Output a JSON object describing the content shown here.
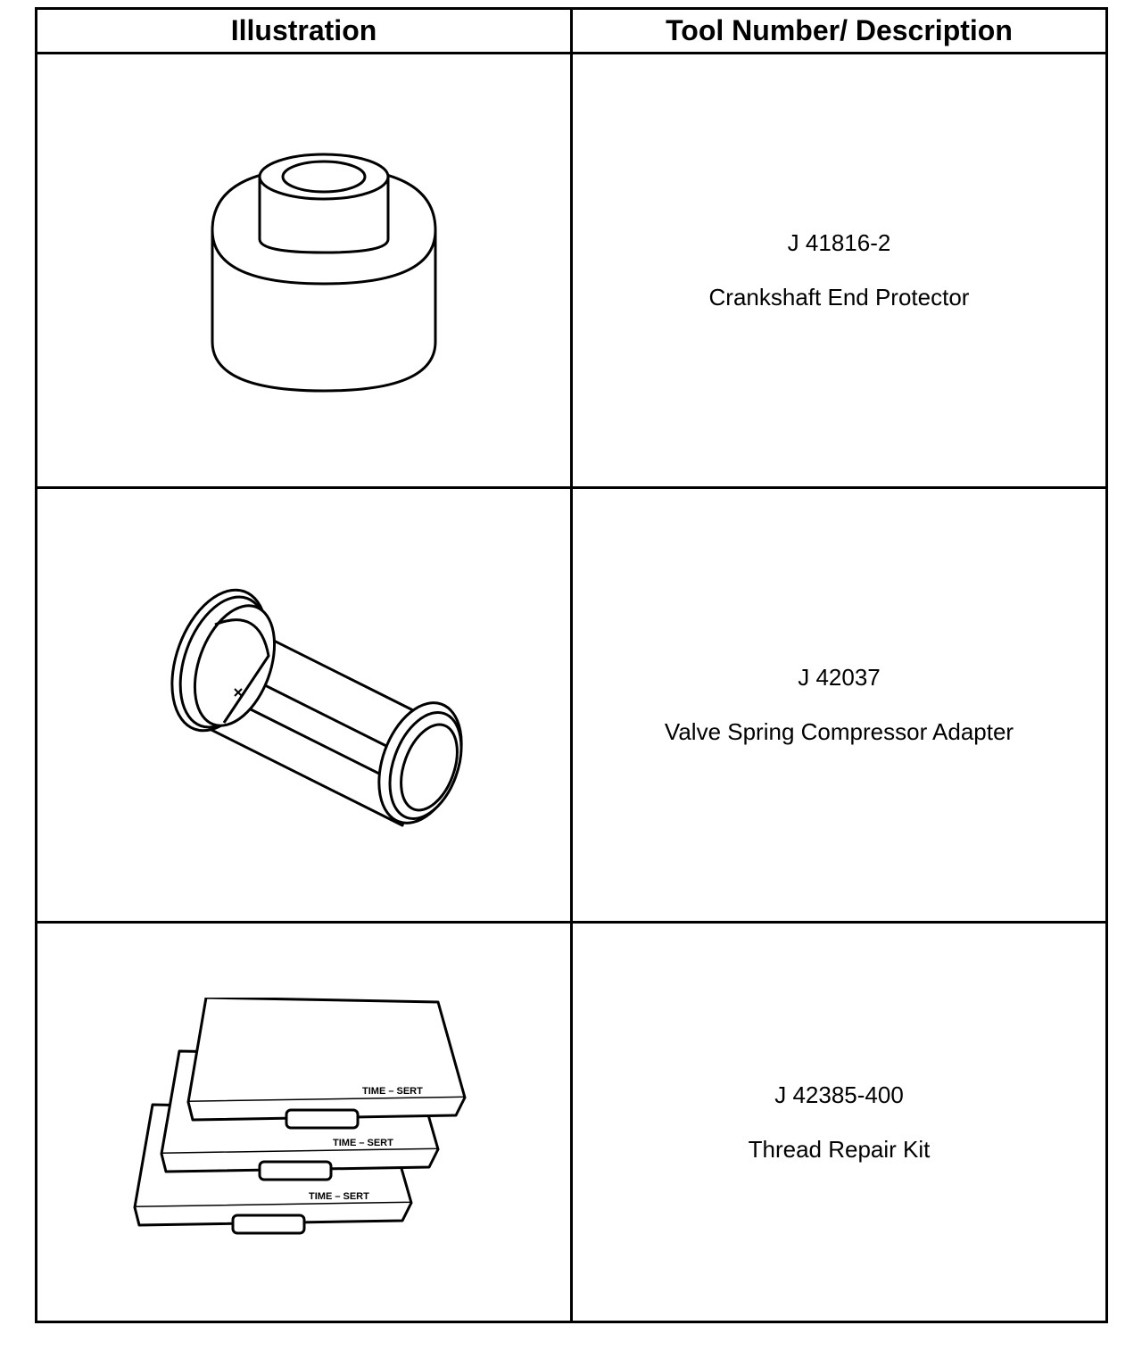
{
  "table": {
    "headers": [
      "Illustration",
      "Tool Number/ Description"
    ],
    "rows": [
      {
        "tool_number": "J 41816-2",
        "description": "Crankshaft End Protector",
        "illustration": "end-protector-illustration"
      },
      {
        "tool_number": "J 42037",
        "description": "Valve Spring Compressor Adapter",
        "illustration": "compressor-adapter-illustration"
      },
      {
        "tool_number": "J 42385-400",
        "description": "Thread Repair Kit",
        "illustration": "thread-repair-kit-illustration"
      }
    ]
  },
  "kit_labels": [
    "TIME – SERT",
    "TIME – SERT",
    "TIME – SERT"
  ]
}
